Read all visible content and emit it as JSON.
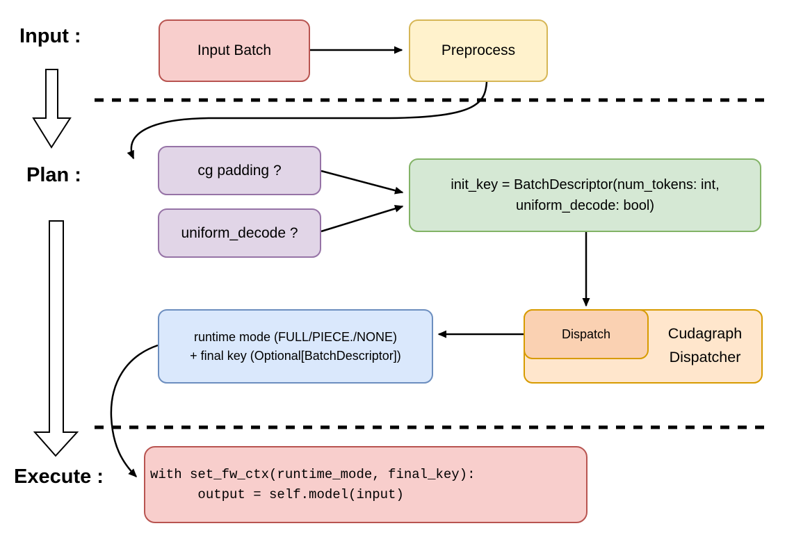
{
  "stage_labels": {
    "input": "Input :",
    "plan": "Plan :",
    "execute": "Execute :"
  },
  "boxes": {
    "input_batch": {
      "label": "Input Batch",
      "fill": "#f8cecc",
      "border": "#b85450"
    },
    "preprocess": {
      "label": "Preprocess",
      "fill": "#fff2cc",
      "border": "#d6b656"
    },
    "cg_padding": {
      "label": "cg padding ?",
      "fill": "#e1d5e7",
      "border": "#9673a6"
    },
    "uniform_decode": {
      "label": "uniform_decode ?",
      "fill": "#e1d5e7",
      "border": "#9673a6"
    },
    "init_key": {
      "line1": "init_key = BatchDescriptor(num_tokens: int,",
      "line2": "uniform_decode: bool)",
      "fill": "#d5e8d4",
      "border": "#82b366"
    },
    "dispatch": {
      "label": "Dispatch",
      "fill": "#fad1b2",
      "border": "#d79b00"
    },
    "cudagraph_dispatcher": {
      "line1": "Cudagraph",
      "line2": "Dispatcher",
      "fill": "#ffe6cc",
      "border": "#d79b00"
    },
    "runtime_result": {
      "line1": "runtime mode (FULL/PIECE./NONE)",
      "line2": "+ final key (Optional[BatchDescriptor])",
      "fill": "#dae8fc",
      "border": "#6c8ebf"
    },
    "execute_code": {
      "line1": "with set_fw_ctx(runtime_mode, final_key):",
      "line2": "      output = self.model(input)",
      "fill": "#f8cecc",
      "border": "#b85450"
    }
  },
  "connector_color": "#000000"
}
